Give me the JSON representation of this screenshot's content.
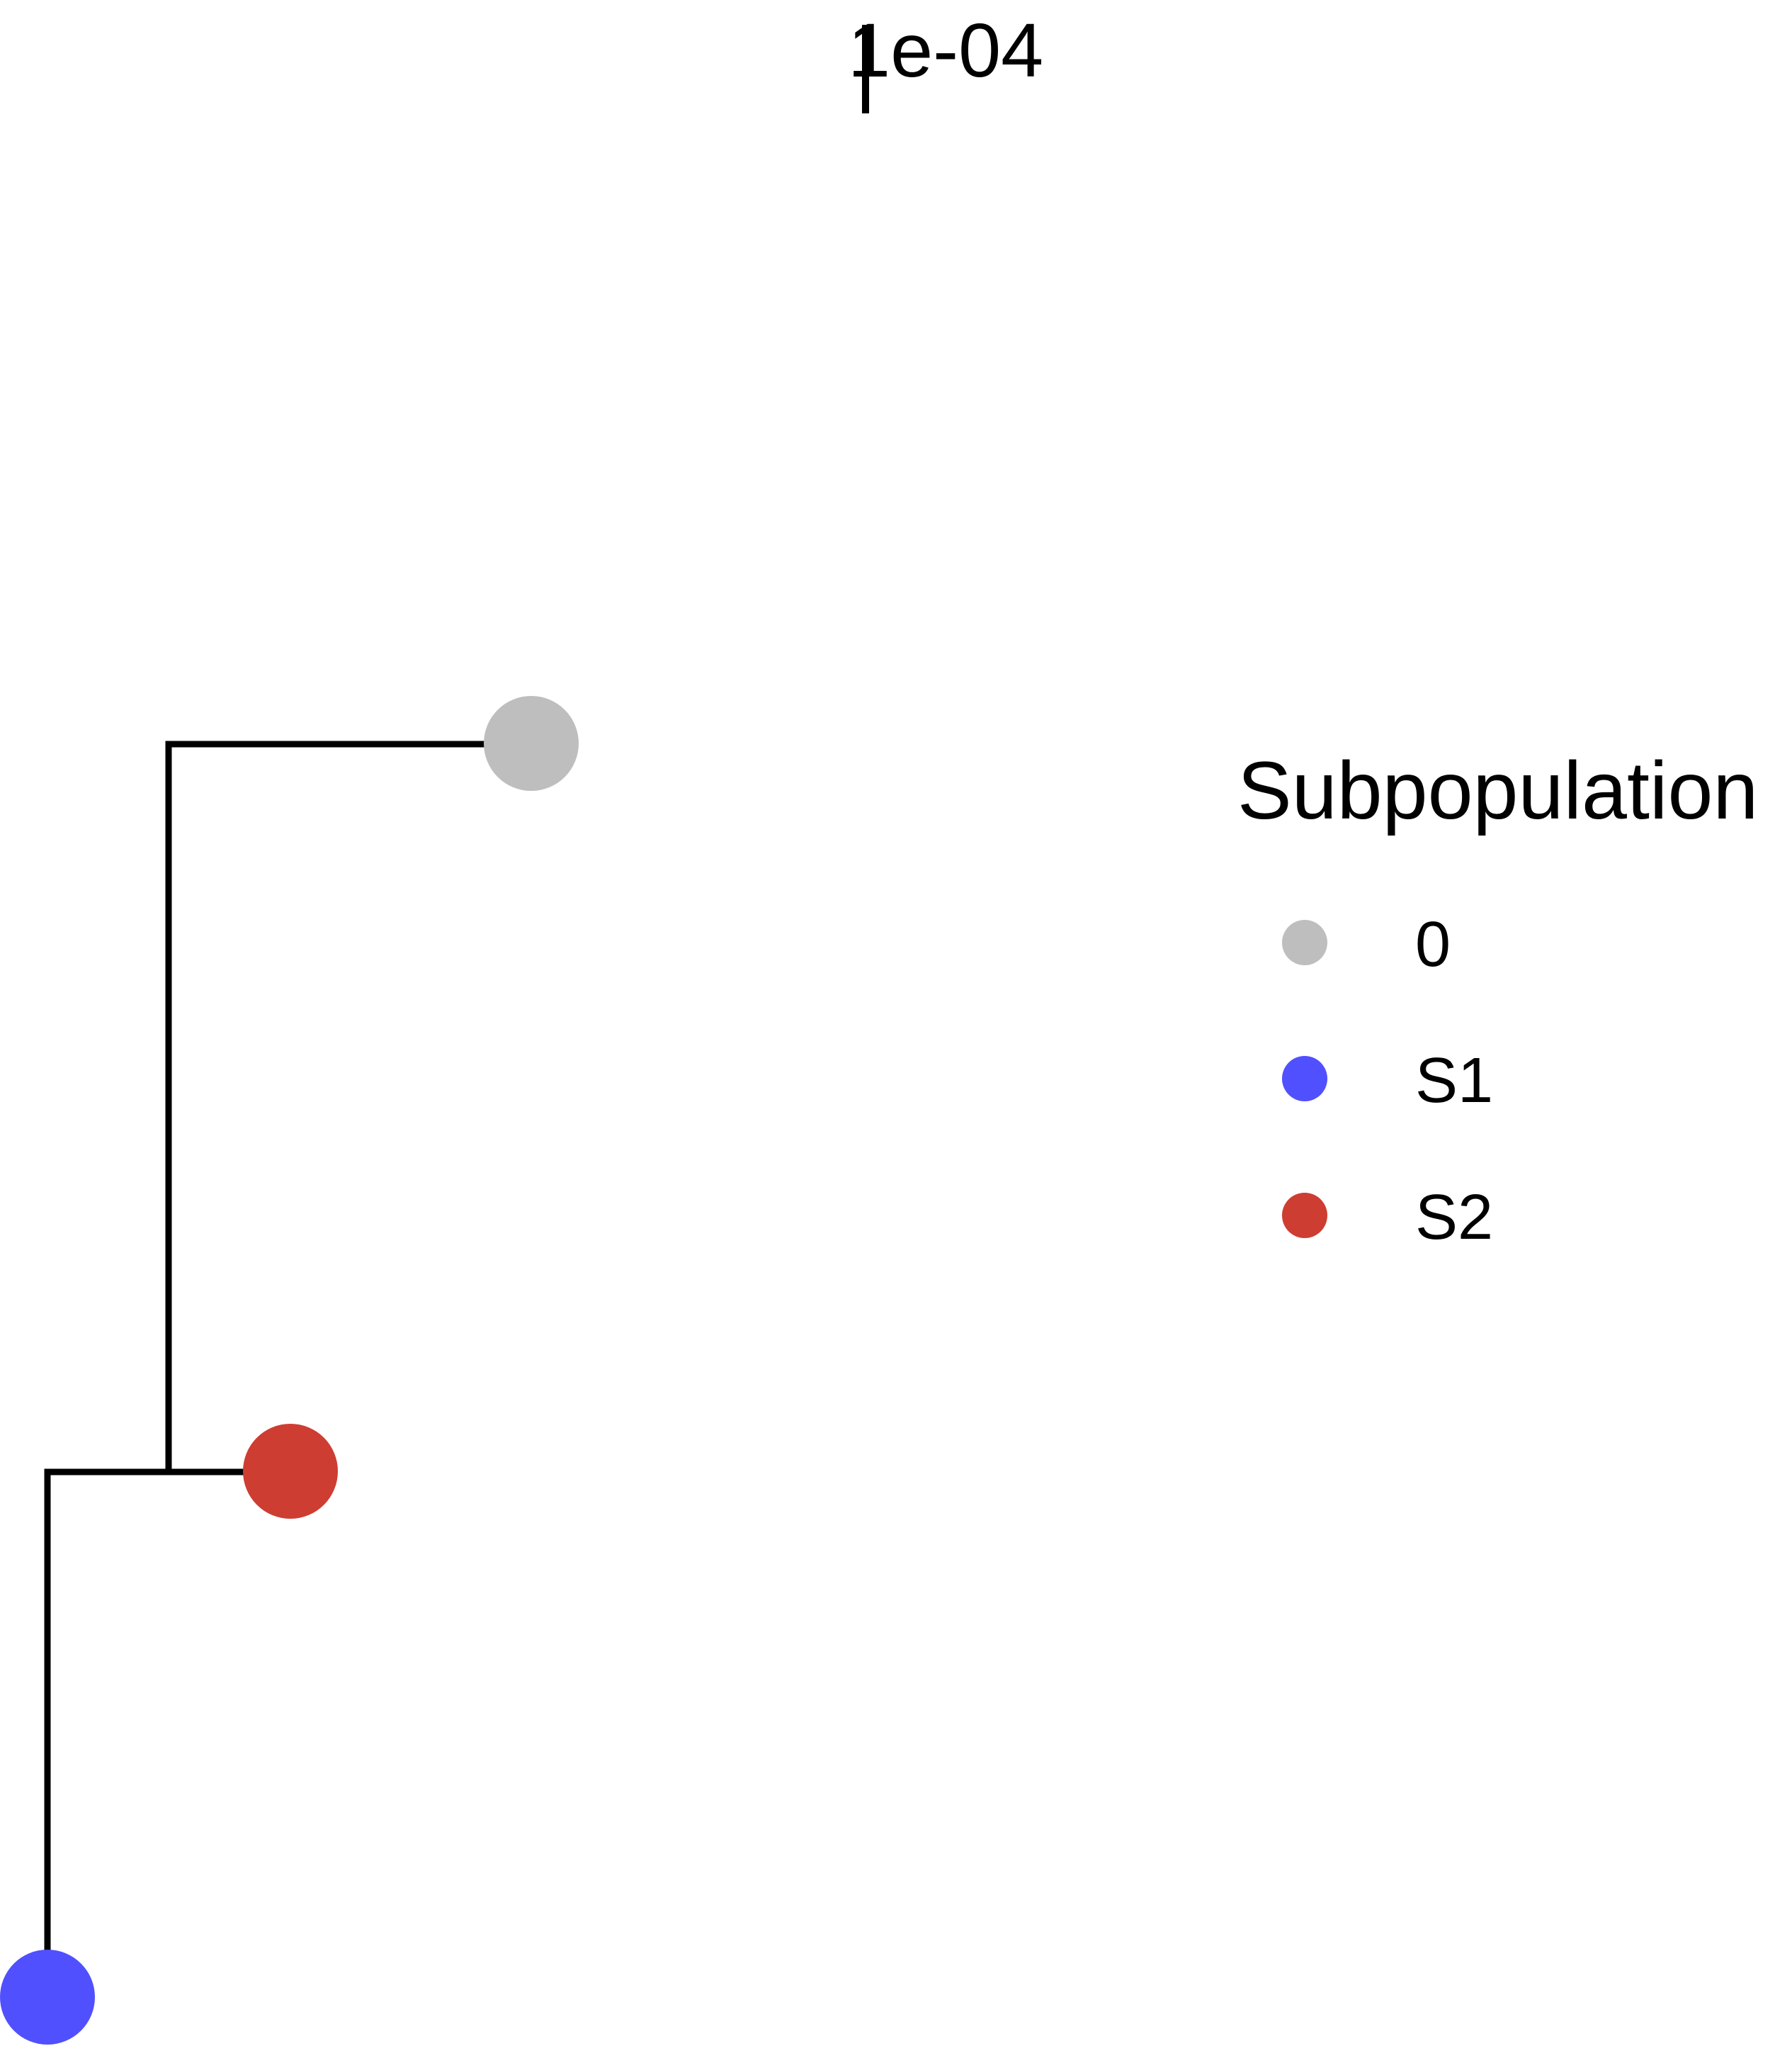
{
  "scale_bar": {
    "label": "1e-04"
  },
  "legend": {
    "title": "Subpopulation",
    "items": [
      {
        "label": "0",
        "color": "#bebebe"
      },
      {
        "label": "S1",
        "color": "#5050ff"
      },
      {
        "label": "S2",
        "color": "#ce3d32"
      }
    ]
  },
  "tree": {
    "nodes": [
      {
        "group": "0",
        "color": "#bebebe"
      },
      {
        "group": "S2",
        "color": "#ce3d32"
      },
      {
        "group": "S1",
        "color": "#5050ff"
      }
    ],
    "branch_color": "#000000"
  }
}
